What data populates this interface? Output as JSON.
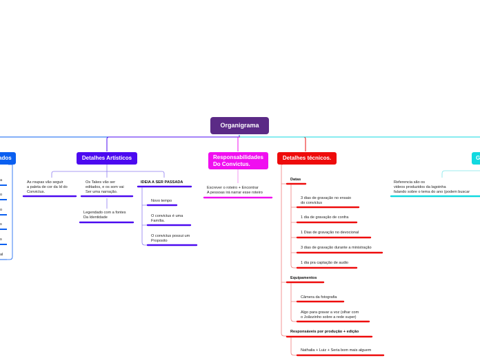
{
  "root": {
    "label": "Organigrama",
    "color": "#5b2a86"
  },
  "left_partial": {
    "label": "ados",
    "color": "#0a5ff0",
    "fragments": [
      "a",
      "o",
      "o",
      "s",
      "s",
      "al"
    ]
  },
  "artisticos": {
    "label": "Detalhes Artísticos",
    "color": "#4b0af0",
    "items": {
      "roupas": [
        "As roupas vão seguir",
        "a paleta de cor da Id do",
        "Convictus."
      ],
      "takes": [
        "Os Takes vão ser",
        "editados, e os som vai",
        "Ser uma narração."
      ],
      "legendado": [
        "Legendado com a fontes",
        "Da Identidade"
      ],
      "ideia": {
        "title": "IDEIA A SER PASSADA",
        "children": [
          [
            "Novo tempo"
          ],
          [
            "O convictus é uma",
            "Família."
          ],
          [
            "O convictus possui um",
            "Proposito"
          ]
        ]
      }
    }
  },
  "responsabilidades": {
    "label": [
      "Responsabilidades",
      "Do Convictus."
    ],
    "color": "#f00ff0",
    "items": [
      [
        "Escrever o roteiro + Encontrar",
        "A pessoas irá narrar esse roteiro"
      ]
    ]
  },
  "tecnicos": {
    "label": "Detalhes técnicos.",
    "color": "#ee0b0b",
    "groups": {
      "datas": {
        "title": "Datas",
        "children": [
          [
            "3 dias de gravação no ensaio",
            "do convictus"
          ],
          [
            "1 dia de gravação de confra"
          ],
          [
            "1 Dias de gravação no devocional"
          ],
          [
            "3 dias de gravação durante a ministração"
          ],
          [
            "1 dia pra captação de audio"
          ]
        ]
      },
      "equipamentos": {
        "title": "Equipamentos",
        "children": [
          [
            "Câmera da fotografia"
          ],
          [
            "Algo para gravar a voz (olhar com",
            "o Joãozinho sobre a rede super)"
          ]
        ]
      },
      "responsaveis": {
        "title": "Responsáveis por produção + edição",
        "children": [
          [
            "Nathalia + Luiz + Seria bom mais alguem"
          ]
        ]
      }
    }
  },
  "right_partial": {
    "label": "G",
    "color": "#11d9e0",
    "items": [
      [
        "Referencia são os",
        "videos produzidos da lagoinha",
        "falando sobre o tema do ano (podem buscar"
      ]
    ]
  }
}
